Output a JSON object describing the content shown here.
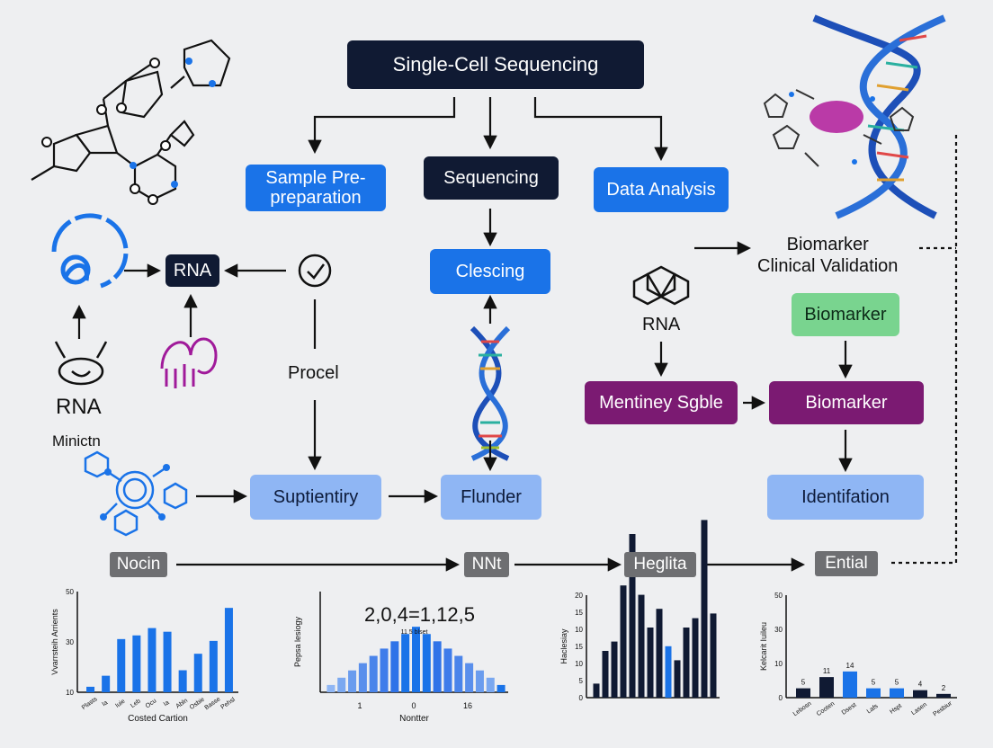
{
  "title": "Single-Cell Sequencing",
  "steps": {
    "sample_prep": "Sample Pre-\npreparation",
    "sequencing": "Sequencing",
    "data_analysis": "Data Analysis",
    "clescing": "Clescing",
    "flunder": "Flunder",
    "suptientiry": "Suptientiry",
    "mentiney": "Mentiney Sgble",
    "biomarker_green": "Biomarker",
    "biomarker_purple": "Biomarker",
    "identifation": "Identifation",
    "rna_box": "RNA"
  },
  "labels": {
    "rna_left": "RNA",
    "minictn": "Minictn",
    "procel": "Procel",
    "rna_mid": "RNA",
    "biomarker_clinical": "Biomarker\nClinical Validation"
  },
  "pipeline": [
    "Nocin",
    "NNt",
    "Heglita",
    "Ential"
  ],
  "colors": {
    "dark": "#101a33",
    "blue": "#1a73e8",
    "light_blue": "#8fb6f4",
    "green": "#79d48f",
    "purple": "#7b1a72",
    "gray": "#6e6f72"
  },
  "chart_data": [
    {
      "type": "bar",
      "ylabel": "Vvarrsteih Arrients",
      "xlabel": "Costed Cartion",
      "ylim": [
        0,
        50
      ],
      "yticks": [
        50,
        30,
        10
      ],
      "categories": [
        "Plasts",
        "Ia",
        "Iuie",
        "Leb",
        "Ocu",
        "Ia",
        "Abln",
        "Osbie",
        "Basse",
        "Pehsl"
      ],
      "values": [
        3,
        9,
        29,
        31,
        35,
        33,
        12,
        21,
        28,
        46
      ]
    },
    {
      "type": "bar",
      "title": "2,0,4=1,12,5",
      "subtitle": "11 5 blset",
      "ylabel": "Pepsa lesiogy",
      "xlabel": "Nontter",
      "xticks": [
        "1",
        "0",
        "16"
      ],
      "values": [
        1,
        2,
        3,
        4,
        5,
        6,
        7,
        8,
        9,
        8,
        7,
        6,
        5,
        4,
        3,
        2,
        1
      ]
    },
    {
      "type": "bar",
      "ylabel": "Haclesiay",
      "ylim": [
        0,
        20
      ],
      "yticks": [
        20,
        15,
        10,
        15,
        10,
        5,
        0
      ],
      "values": [
        3,
        10,
        12,
        24,
        35,
        22,
        15,
        19,
        11,
        8,
        15,
        17,
        38,
        18
      ],
      "highlight_index": 8
    },
    {
      "type": "bar",
      "ylabel": "Kelcarit Iuileu",
      "ylim": [
        0,
        50
      ],
      "yticks": [
        50,
        30,
        10,
        0
      ],
      "categories": [
        "Lebosn",
        "Cooten",
        "Dsest",
        "Lafs",
        "Hspt",
        "Lasen",
        "Pesbiur"
      ],
      "values": [
        5,
        11,
        14,
        5,
        5,
        4,
        2
      ],
      "bar_labels": [
        "5",
        "11",
        "14",
        "5",
        "5",
        "4",
        "2"
      ]
    }
  ]
}
